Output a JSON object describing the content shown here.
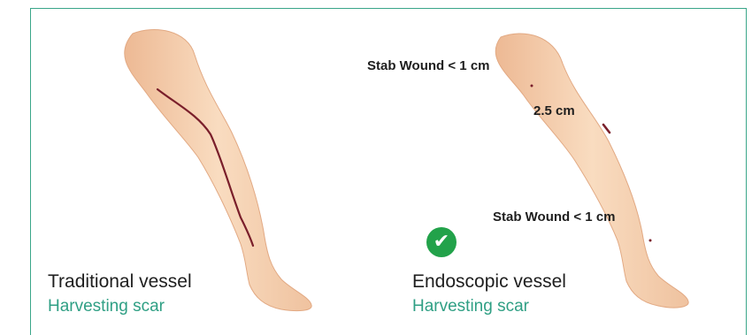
{
  "left_panel": {
    "title": "Traditional vessel",
    "subtitle": "Harvesting scar"
  },
  "right_panel": {
    "title": "Endoscopic vessel",
    "subtitle": "Harvesting scar",
    "labels": {
      "upper_stab": "Stab Wound < 1 cm",
      "incision": "2.5 cm",
      "lower_stab": "Stab Wound < 1 cm"
    },
    "check_icon": "check-circle-icon"
  },
  "colors": {
    "accent": "#2f9f84",
    "frame": "#3aa689",
    "skin": "#f6d2b2",
    "scar": "#7a1f2b",
    "check": "#22a24a"
  }
}
